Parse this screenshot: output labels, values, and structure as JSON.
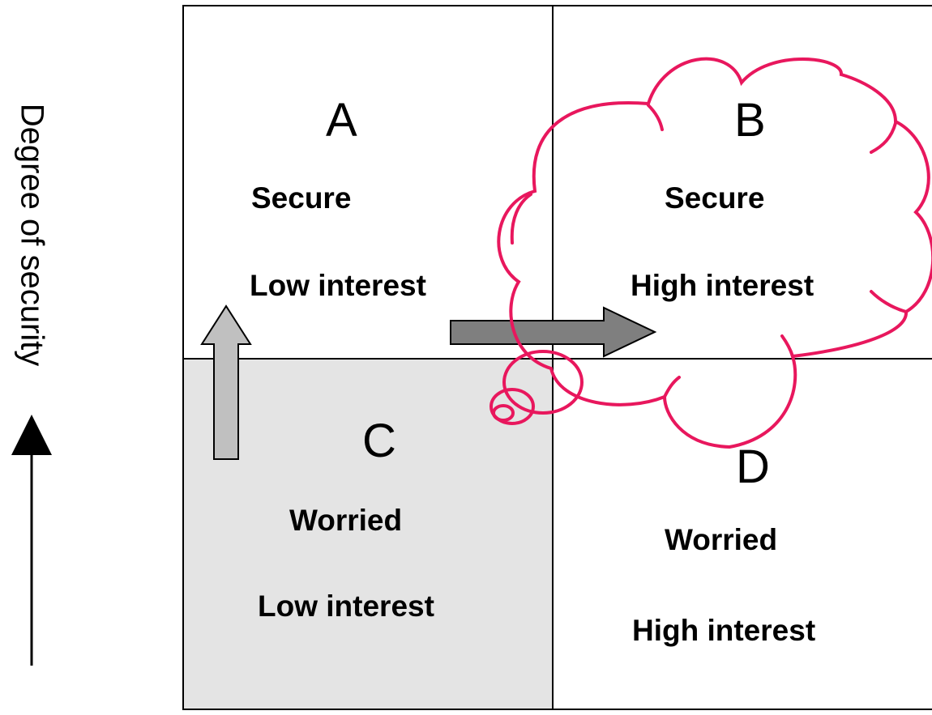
{
  "axis_label": "Degree of security",
  "colors": {
    "grid_line": "#000000",
    "shaded_quadrant": "#e4e4e4",
    "arrow_fill_light": "#c0c0c0",
    "arrow_fill_dark": "#7f7f7f",
    "cloud_stroke": "#e8175d"
  },
  "quadrants": {
    "a": {
      "letter": "A",
      "line1": "Secure",
      "line2": "Low interest"
    },
    "b": {
      "letter": "B",
      "line1": "Secure",
      "line2": "High interest"
    },
    "c": {
      "letter": "C",
      "line1": "Worried",
      "line2": "Low interest"
    },
    "d": {
      "letter": "D",
      "line1": "Worried",
      "line2": "High interest"
    }
  }
}
